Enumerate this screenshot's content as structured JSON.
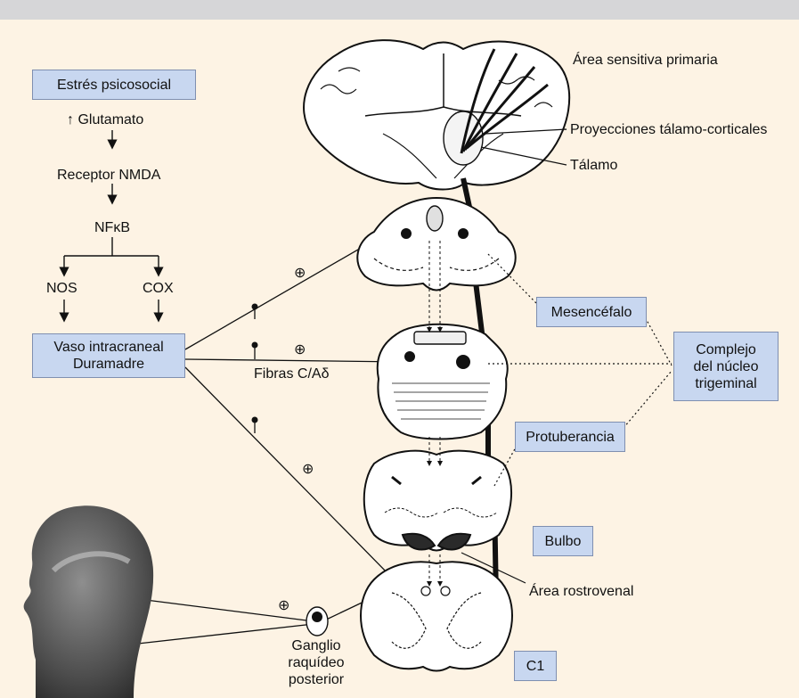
{
  "colors": {
    "background": "#fdf3e4",
    "top_bar": "#d6d6d8",
    "box_fill": "#c8d7f0",
    "box_border": "#7f8fb0",
    "line": "#111111"
  },
  "pathway": {
    "stress": "Estrés psicosocial",
    "glutamate": "↑ Glutamato",
    "nmda": "Receptor NMDA",
    "nfkb": "NFκB",
    "nos": "NOS",
    "cox": "COX",
    "vessel_line1": "Vaso intracraneal",
    "vessel_line2": "Duramadre"
  },
  "labels": {
    "sensory_area": "Área sensitiva primaria",
    "projections": "Proyecciones tálamo-corticales",
    "thalamus": "Tálamo",
    "fibers": "Fibras C/Aδ",
    "ganglion_line1": "Ganglio",
    "ganglion_line2": "raquídeo",
    "ganglion_line3": "posterior",
    "rostroventral": "Área rostrovenal",
    "plus": "⊕"
  },
  "regions": {
    "midbrain": "Mesencéfalo",
    "pons": "Protuberancia",
    "medulla": "Bulbo",
    "c1": "C1",
    "complex_line1": "Complejo",
    "complex_line2": "del núcleo",
    "complex_line3": "trigeminal"
  },
  "icons": [
    "head-silhouette-icon",
    "brain-coronal-section-icon",
    "midbrain-section-icon",
    "pons-section-icon",
    "medulla-section-icon",
    "spinal-cord-c1-section-icon",
    "ganglion-icon",
    "arrow-down-icon",
    "plus-circle-icon"
  ]
}
